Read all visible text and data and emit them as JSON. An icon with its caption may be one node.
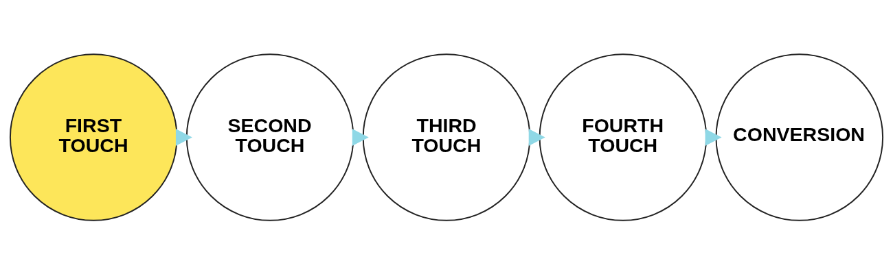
{
  "diagram": {
    "nodes": [
      {
        "text": [
          "FIRST TOUCH"
        ]
      },
      {
        "text": [
          "SECOND TOUCH"
        ]
      },
      {
        "text": [
          "THIRD TOUCH"
        ]
      },
      {
        "text": [
          "FOURTH TOUCH"
        ]
      },
      {
        "text": [
          "CONVERSION"
        ]
      }
    ],
    "edges": [
      {
        "from": 0,
        "to": 1,
        "arrow": "to"
      },
      {
        "from": 1,
        "to": 2,
        "arrow": "to"
      },
      {
        "from": 2,
        "to": 3,
        "arrow": "to"
      },
      {
        "from": 3,
        "to": 4,
        "arrow": "to"
      }
    ]
  }
}
